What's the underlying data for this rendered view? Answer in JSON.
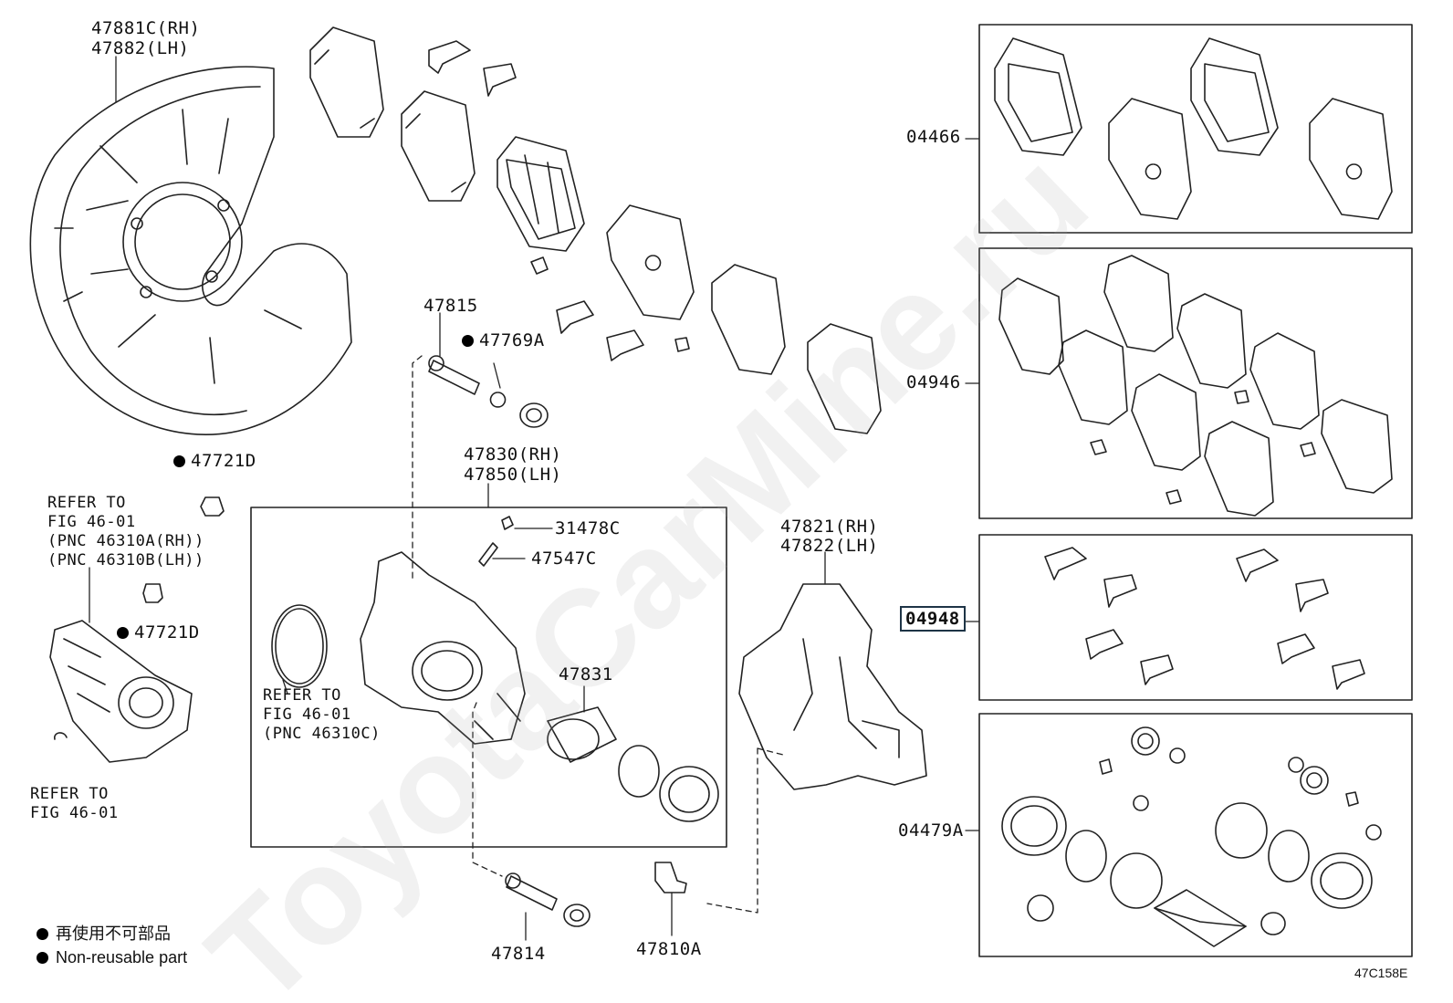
{
  "watermark": "ToyotaCarMine.ru",
  "doc_id": "47C158E",
  "legend": {
    "line_jp": "再使用不可部品",
    "line_en": "Non-reusable part"
  },
  "callouts": {
    "p47881": [
      "47881C(RH)",
      "47882(LH)"
    ],
    "p47815": "47815",
    "p47769": "47769A",
    "p47721_top": "47721D",
    "p47721_bot": "47721D",
    "p47830": [
      "47830(RH)",
      "47850(LH)"
    ],
    "p31478": "31478C",
    "p47547": "47547C",
    "p47821": [
      "47821(RH)",
      "47822(LH)"
    ],
    "p47831": "47831",
    "p47814": "47814",
    "p47810": "47810A",
    "refer_motor": [
      "REFER TO",
      "FIG 46-01",
      "(PNC 46310A(RH))",
      "(PNC 46310B(LH))"
    ],
    "refer_seal": [
      "REFER TO",
      "FIG 46-01",
      "(PNC 46310C)"
    ],
    "refer_plug": [
      "REFER TO",
      "FIG 46-01"
    ]
  },
  "kits": [
    {
      "code": "04466"
    },
    {
      "code": "04946"
    },
    {
      "code": "04948",
      "selected": true
    },
    {
      "code": "04479A"
    }
  ]
}
